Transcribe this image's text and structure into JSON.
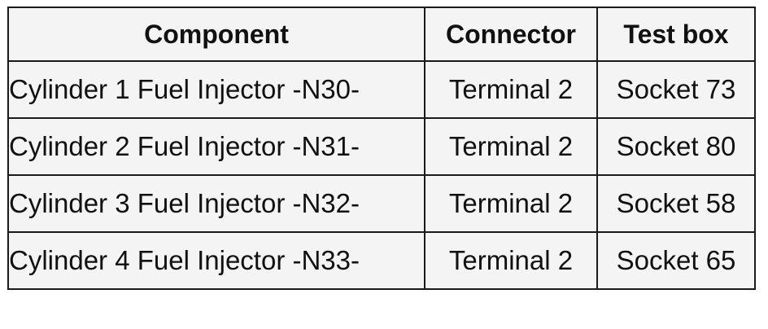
{
  "table": {
    "headers": {
      "component": "Component",
      "connector": "Connector",
      "test_box": "Test box"
    },
    "rows": [
      {
        "component": "Cylinder 1 Fuel Injector -N30-",
        "connector": "Terminal 2",
        "test_box": "Socket 73"
      },
      {
        "component": "Cylinder 2 Fuel Injector -N31-",
        "connector": "Terminal 2",
        "test_box": "Socket 80"
      },
      {
        "component": "Cylinder 3 Fuel Injector -N32-",
        "connector": "Terminal 2",
        "test_box": "Socket 58"
      },
      {
        "component": "Cylinder 4 Fuel Injector -N33-",
        "connector": "Terminal 2",
        "test_box": "Socket 65"
      }
    ]
  }
}
